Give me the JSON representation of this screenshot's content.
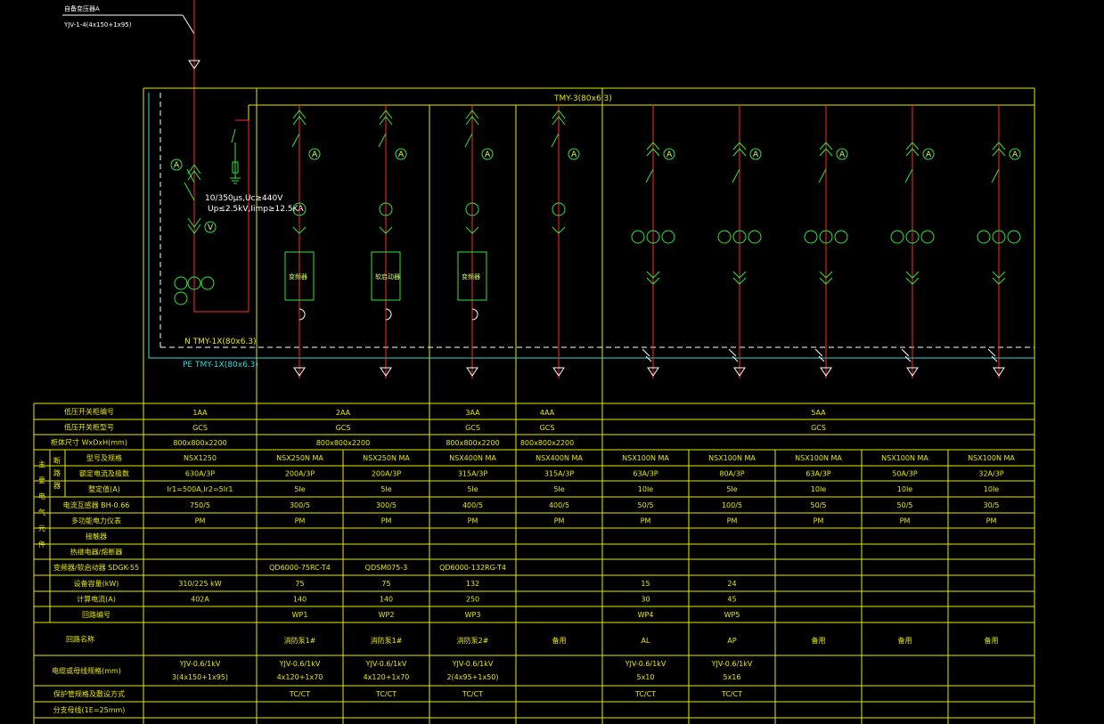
{
  "incoming": {
    "source_label": "自备变压器A",
    "cable_label": "YJV-1-4(4x150+1x95)"
  },
  "busbars": {
    "main": "TMY-3(80x6.3)",
    "neutral": "N TMY-1X(80x6.3)",
    "pe": "PE TMY-1X(80x6.3)"
  },
  "spd_spec": {
    "line1": "10/350μs,Uc≥440V",
    "line2": "Up≤2.5kV,Iimp≥12.5KA"
  },
  "device_boxes": [
    "变频器",
    "软启动器",
    "变频器"
  ],
  "table": {
    "row_labels": [
      "低压开关柜编号",
      "低压开关柜型号",
      "柜体尺寸 WxDxH(mm)",
      "型号及规格",
      "额定电流及极数",
      "整定值(A)",
      "电流互感器 BH-0.66",
      "多功能电力仪表",
      "接触器",
      "热继电器/熔断器",
      "变频器/软启动器 SDGK-55",
      "设备容量(kW)",
      "计算电流(A)",
      "回路编号",
      "回路名称",
      "电缆或母线规格(mm)",
      "保护管规格及敷设方式",
      "分支母线(1E=25mm)"
    ],
    "group_label": [
      "主",
      "要",
      "电",
      "气",
      "元",
      "件"
    ],
    "breaker_label": [
      "断",
      "路",
      "器"
    ],
    "cabinets": [
      {
        "id": "1AA",
        "model": "GCS",
        "size": "800x800x2200"
      },
      {
        "id": "2AA",
        "model": "GCS",
        "size": "800x800x2200"
      },
      {
        "id": "3AA",
        "model": "GCS",
        "size": "800x800x2200"
      },
      {
        "id": "4AA",
        "model": "GCS",
        "size": "800x800x2200"
      },
      {
        "id": "5AA",
        "model": "GCS",
        "size": ""
      }
    ],
    "columns": [
      {
        "breaker": "NSX1250",
        "rating": "630A/3P",
        "setting": "Ir1=500A,Ir2=5Ir1",
        "ct": "750/5",
        "meter": "PM",
        "vfd": "",
        "power": "310/225 kW",
        "current": "402A",
        "circuit_no": "",
        "circuit_name": "",
        "cable1": "YJV-0.6/1kV",
        "cable2": "3(4x150+1x95)",
        "conduit": ""
      },
      {
        "breaker": "NSX250N MA",
        "rating": "200A/3P",
        "setting": "5Ie",
        "ct": "300/5",
        "meter": "PM",
        "vfd": "QD6000-75RC-T4",
        "power": "75",
        "current": "140",
        "circuit_no": "WP1",
        "circuit_name": "消防泵1#",
        "cable1": "YJV-0.6/1kV",
        "cable2": "4x120+1x70",
        "conduit": "TC/CT"
      },
      {
        "breaker": "NSX250N MA",
        "rating": "200A/3P",
        "setting": "5Ie",
        "ct": "300/5",
        "meter": "PM",
        "vfd": "QDSM075-3",
        "power": "75",
        "current": "140",
        "circuit_no": "WP2",
        "circuit_name": "消防泵1#",
        "cable1": "YJV-0.6/1kV",
        "cable2": "4x120+1x70",
        "conduit": "TC/CT"
      },
      {
        "breaker": "NSX400N MA",
        "rating": "315A/3P",
        "setting": "5Ie",
        "ct": "400/5",
        "meter": "PM",
        "vfd": "QD6000-132RG-T4",
        "power": "132",
        "current": "250",
        "circuit_no": "WP3",
        "circuit_name": "消防泵2#",
        "cable1": "YJV-0.6/1kV",
        "cable2": "2(4x95+1x50)",
        "conduit": "TC/CT"
      },
      {
        "breaker": "NSX400N MA",
        "rating": "315A/3P",
        "setting": "5Ie",
        "ct": "400/5",
        "meter": "PM",
        "vfd": "",
        "power": "",
        "current": "",
        "circuit_no": "",
        "circuit_name": "备用",
        "cable1": "",
        "cable2": "",
        "conduit": ""
      },
      {
        "breaker": "NSX100N MA",
        "rating": "63A/3P",
        "setting": "10Ie",
        "ct": "50/5",
        "meter": "PM",
        "vfd": "",
        "power": "15",
        "current": "30",
        "circuit_no": "WP4",
        "circuit_name": "AL",
        "cable1": "YJV-0.6/1kV",
        "cable2": "5x10",
        "conduit": "TC/CT"
      },
      {
        "breaker": "NSX100N MA",
        "rating": "80A/3P",
        "setting": "5Ie",
        "ct": "100/5",
        "meter": "PM",
        "vfd": "",
        "power": "24",
        "current": "45",
        "circuit_no": "WP5",
        "circuit_name": "AP",
        "cable1": "YJV-0.6/1kV",
        "cable2": "5x16",
        "conduit": "TC/CT"
      },
      {
        "breaker": "NSX100N MA",
        "rating": "63A/3P",
        "setting": "10Ie",
        "ct": "50/5",
        "meter": "PM",
        "vfd": "",
        "power": "",
        "current": "",
        "circuit_no": "",
        "circuit_name": "备用",
        "cable1": "",
        "cable2": "",
        "conduit": ""
      },
      {
        "breaker": "NSX100N MA",
        "rating": "50A/3P",
        "setting": "10Ie",
        "ct": "50/5",
        "meter": "PM",
        "vfd": "",
        "power": "",
        "current": "",
        "circuit_no": "",
        "circuit_name": "备用",
        "cable1": "",
        "cable2": "",
        "conduit": ""
      },
      {
        "breaker": "NSX100N MA",
        "rating": "32A/3P",
        "setting": "10Ie",
        "ct": "30/5",
        "meter": "PM",
        "vfd": "",
        "power": "",
        "current": "",
        "circuit_no": "",
        "circuit_name": "备用",
        "cable1": "",
        "cable2": "",
        "conduit": ""
      }
    ]
  },
  "colors": {
    "background": "#000000",
    "table_lines": "#e8e800",
    "phase_wire": "#ff2a2a",
    "device_symbols": "#2ee83a",
    "pe_bus": "#33dddd"
  }
}
